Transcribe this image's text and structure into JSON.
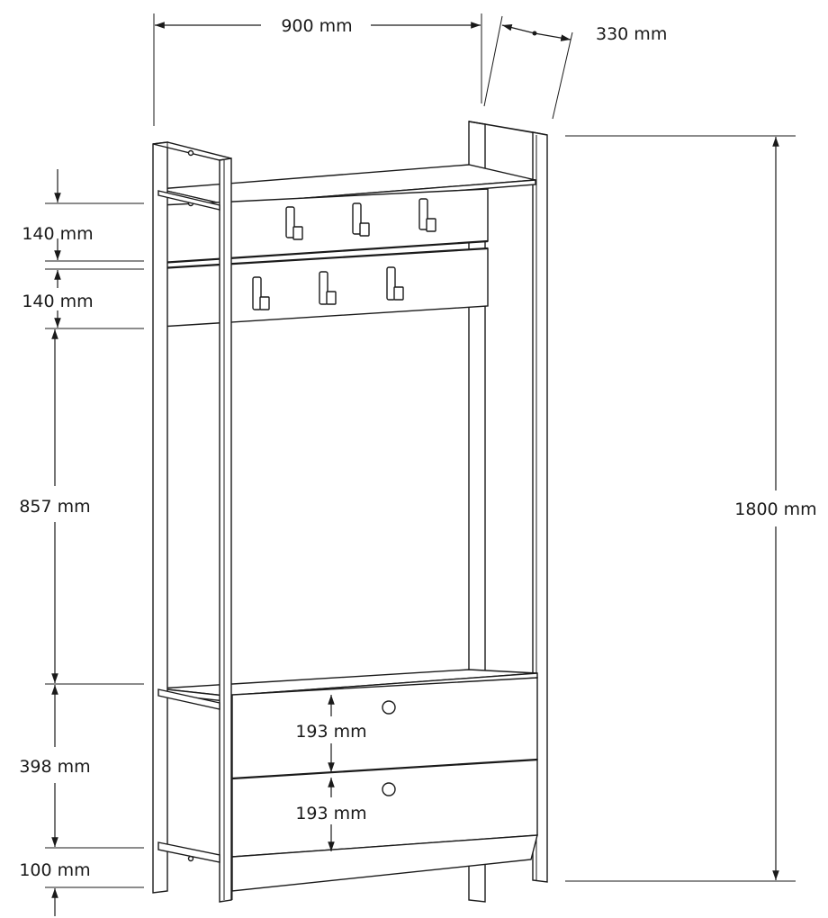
{
  "dimensions": {
    "width": "900 mm",
    "depth": "330 mm",
    "height": "1800 mm",
    "panel_top": "140 mm",
    "panel_bottom": "140 mm",
    "open_section": "857 mm",
    "drawer_section": "398 mm",
    "drawer_top": "193 mm",
    "drawer_bottom": "193 mm",
    "base": "100 mm"
  },
  "colors": {
    "line": "#1a1a1a",
    "background": "#ffffff"
  }
}
